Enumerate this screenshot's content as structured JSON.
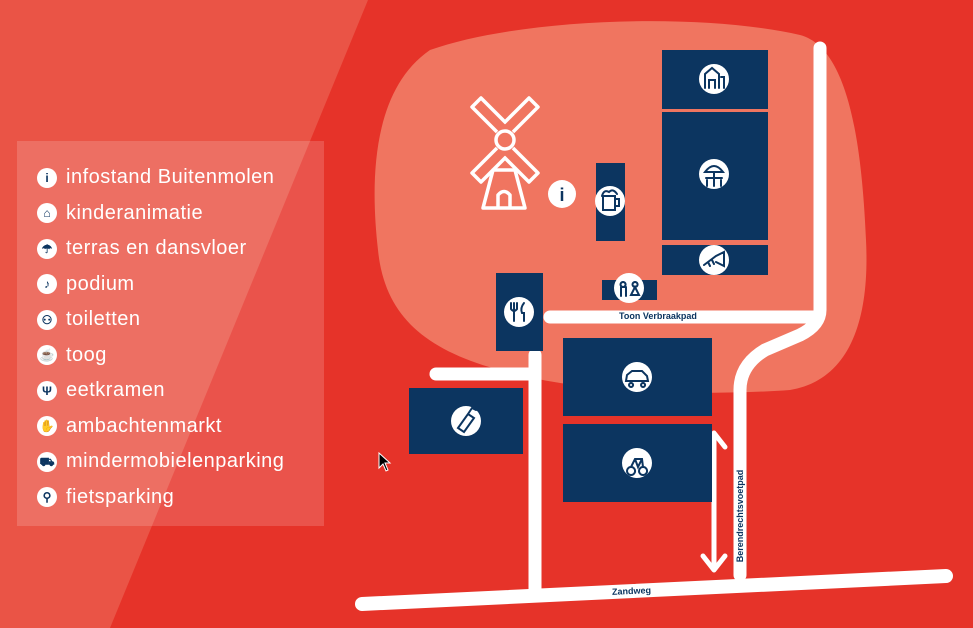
{
  "legend": {
    "items": [
      {
        "label": "infostand Buitenmolen",
        "icon": "info-icon",
        "glyph": "i"
      },
      {
        "label": "kinderanimatie",
        "icon": "playground-icon",
        "glyph": "⌂"
      },
      {
        "label": "terras en dansvloer",
        "icon": "terrace-table-icon",
        "glyph": "☂"
      },
      {
        "label": "podium",
        "icon": "trumpet-icon",
        "glyph": "♪"
      },
      {
        "label": "toiletten",
        "icon": "toilet-icon",
        "glyph": "⚇"
      },
      {
        "label": "toog",
        "icon": "beer-mug-icon",
        "glyph": "☕"
      },
      {
        "label": "eetkramen",
        "icon": "fork-knife-icon",
        "glyph": "Ψ"
      },
      {
        "label": "ambachtenmarkt",
        "icon": "craft-hand-icon",
        "glyph": "✋"
      },
      {
        "label": "mindermobielenparking",
        "icon": "car-icon",
        "glyph": "⛟"
      },
      {
        "label": "fietsparking",
        "icon": "bicycle-icon",
        "glyph": "⚲"
      }
    ]
  },
  "roads": {
    "toon_verbraakpad": "Toon Verbraakpad",
    "berendrechtsvoetpad": "Berendrechtsvoetpad",
    "zandweg": "Zandweg"
  },
  "map_icons": {
    "info": "i"
  },
  "colors": {
    "background": "#e63329",
    "zone": "#f07560",
    "block": "#0c3560",
    "road": "#ffffff"
  }
}
